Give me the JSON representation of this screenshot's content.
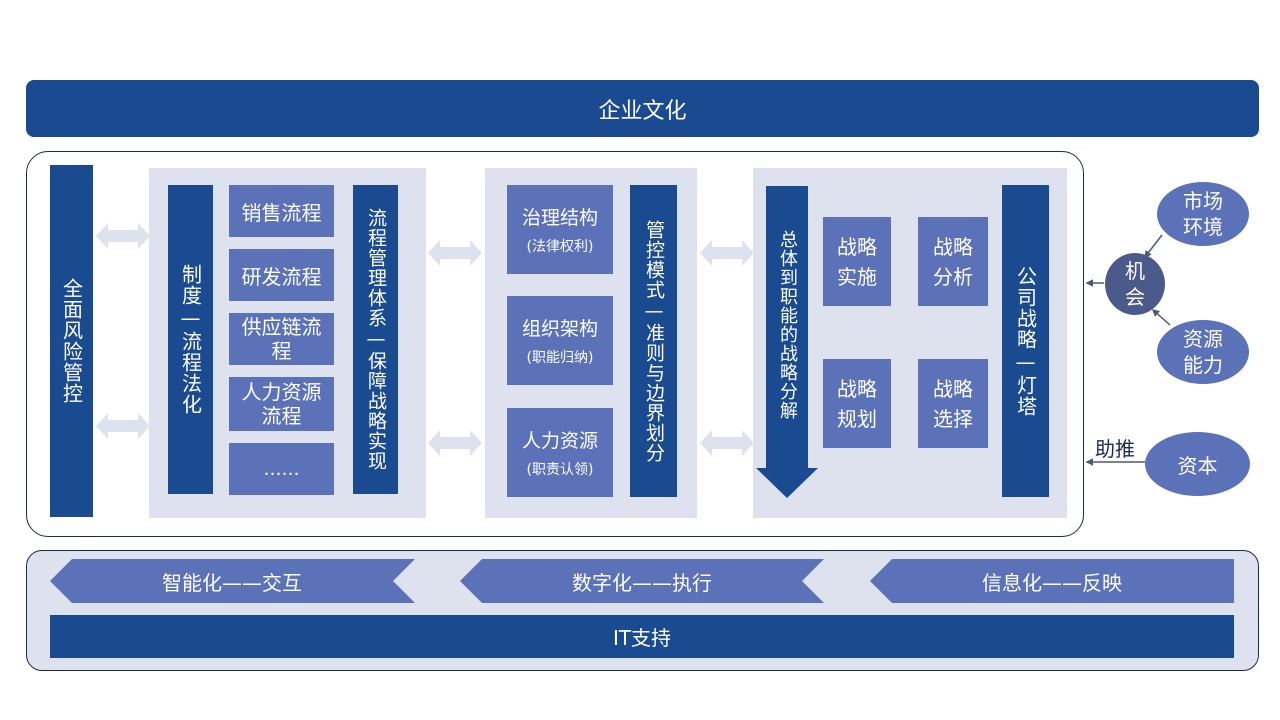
{
  "culture": "企业文化",
  "risk": "全面风险管控",
  "system": "制度—流程法化",
  "processes": [
    "销售流程",
    "研发流程",
    "供应链流程",
    "人力资源流程",
    "……"
  ],
  "process_system": "流程管理体系—保障战略实现",
  "governance": [
    {
      "title": "治理结构",
      "sub": "(法律权利)"
    },
    {
      "title": "组织架构",
      "sub": "(职能归纳)"
    },
    {
      "title": "人力资源",
      "sub": "(职责认领)"
    }
  ],
  "control_mode": "管控模式—准则与边界划分",
  "decompose": "总体到职能的战略分解",
  "strategy_cycle": {
    "implement": "战略实施",
    "analyze": "战略分析",
    "plan": "战略规划",
    "select": "战略选择"
  },
  "lighthouse": "公司战略—灯塔",
  "opportunity": "机会",
  "market": "市场环境",
  "resources": "资源能力",
  "capital": "资本",
  "push": "助推",
  "bands": [
    "智能化——交互",
    "数字化——执行",
    "信息化——反映"
  ],
  "it": "IT支持",
  "colors": {
    "dark": "#1a4a8f",
    "mid": "#5b72b8",
    "pale": "#dde2ee",
    "arrow_orange": "#f39a1e"
  }
}
